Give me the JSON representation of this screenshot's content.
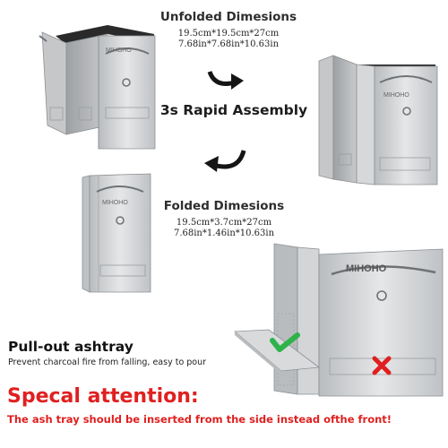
{
  "unfolded": {
    "title": "Unfolded Dimesions",
    "metric": "19.5cm*19.5cm*27cm",
    "imperial": "7.68in*7.68in*10.63in"
  },
  "assembly": {
    "label": "3s Rapid Assembly"
  },
  "folded": {
    "title": "Folded Dimesions",
    "metric": "19.5cm*3.7cm*27cm",
    "imperial": "7.68in*1.46in*10.63in"
  },
  "pullout": {
    "title": "Pull-out ashtray",
    "description": "Prevent charcoal fire from falling, easy to pour"
  },
  "attention": {
    "title": "Specal attention:",
    "description": "The ash tray should be inserted from the side instead ofthe front!"
  },
  "brand": {
    "logo_text": "MIHOHO"
  },
  "colors": {
    "correct": "#2db34a",
    "incorrect": "#e02020",
    "steel": "#c9cbcd",
    "dark_interior": "#2a2a2a"
  },
  "icons": {
    "correct_mark": "check-icon",
    "wrong_mark": "cross-icon",
    "arrows": "curved-arrow-icon"
  }
}
